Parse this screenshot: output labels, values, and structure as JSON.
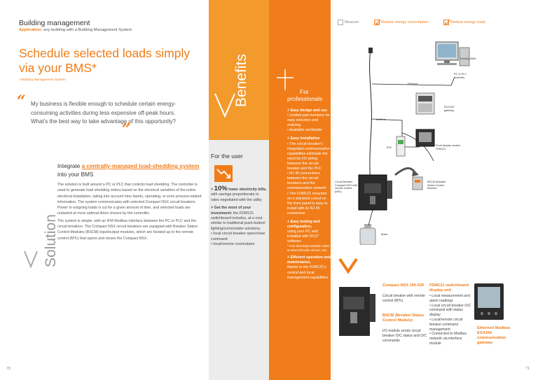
{
  "header": {
    "section": "Building management",
    "application_label": "Application:",
    "application_text": "any building with a Building Management System"
  },
  "headline": "Schedule selected loads simply via your BMS*",
  "footnote": "* Building Management System",
  "quote": "My business is flexible enough to schedule certain energy-consuming activities during less expensive off-peak hours. What's the best way to take advantage of this opportunity?",
  "solution": {
    "vertical_word": "Solution",
    "integrate_prefix": "Integrate ",
    "integrate_highlight": "a centrally-managed load-shedding system",
    "integrate_suffix": " into your BMS",
    "paragraph1": "The solution is built around a PC or PLC that controls load shedding. The controller is used to generate load shedding orders based on the electrical variables of the entire electrical installation, taking into account time bands, operating, or even process-related information. The system communicates with selected Compact NSX circuit breakers. Power to outgoing loads is cut for a given amount of time, and selected loads are restarted at more optimal times chosen by the controller.",
    "paragraph2": "The system is simple, with an IFM Modbus interface between the PC or PLC and the circuit breakers. The Compact NSX circuit breakers are equipped with Breaker Status Control Modules (BSCM) input/output modules, which are hooked up to the remote control (MTc) that opens and closes the Compact NSX."
  },
  "benefits": {
    "vertical_word": "Benefits",
    "user": {
      "title": "For the user",
      "item1_prefix": "> ",
      "item1_big": "10%",
      "item1_bold": " lower electricity bills,",
      "item1_text": " with savings proportionate to rates negotiated with the utility",
      "item2_bold": "> Get the most of your investment:",
      "item2_text": " the FDM121 switchboard includes, at a cost similar to traditional push-button/ lighting/commutator solutions,",
      "item2_b1": "• local circuit breaker open/close command",
      "item2_b2": "• local/remote commutator"
    },
    "professionals": {
      "title_line1": "For",
      "title_line2": "professionals",
      "sections": [
        {
          "head": "+ Easy design and use",
          "lines": [
            "• Limited part numbers for easy selection and ordering",
            "• Available worldwide"
          ]
        },
        {
          "head": "+ Easy installation",
          "lines": [
            "• The circuit breaker's integrated communication capabilities eliminate the need for I/O wiring between the circuit-breaker and the PLC",
            "• RJ 45 connections between the circuit breakers and the communication network",
            "• The FDM121 mounted on a standard cutout on the front panel is easy to install with its RJ 45 connection"
          ]
        },
        {
          "head": "+ Easy testing and configuration,",
          "lines": [
            "using your PC and installed with RCU* software",
            "* Free download available online at www.schneider-electric.com"
          ]
        },
        {
          "head": "+ Efficient operation and maintenance,",
          "lines": [
            "thanks to the FDM121's central and local management capabilities"
          ]
        }
      ]
    }
  },
  "tags": [
    {
      "label": "Measure",
      "checked": false
    },
    {
      "label": "Reduce energy consumption",
      "checked": true
    },
    {
      "label": "Reduce energy costs",
      "checked": true
    }
  ],
  "diagram": {
    "existing_bms": "Existing BMS",
    "pc_plc": "PC or PLC controller",
    "ethernet": "Ethernet",
    "egx": "EGX100 gateway",
    "modbus": "Modbus",
    "ifm": "IFM",
    "front_display": "Front display module FDM121",
    "circuit_breaker": "Circuit Breaker Compact NSX with remote control (MTc)",
    "bscm": "BSCM (Breaker Status Control Module)",
    "boiler": "Boiler"
  },
  "products": {
    "nsx_title": "Compact NSX 100-630",
    "nsx_text": "Circuit breaker with remote control (MTc)",
    "bscm_title": "BSCM (Breaker Status Control Module)",
    "bscm_text": "I/O module sends circuit breaker O/C status and O/C commands",
    "fdm_title": "FDM121 switchboard display unit",
    "fdm_lines": [
      "• Local measurement and alarm readings",
      "• Local circuit breaker O/C command with status display",
      "• Local/remote circuit breaker command management",
      "• Connected to Modbus network via interface module"
    ],
    "egx_title": "Ethernet/ Modbus EGX100 communication gateway"
  },
  "page_numbers": {
    "left": "70",
    "right": "71"
  },
  "colors": {
    "accent": "#f07d19",
    "band_gray": "#ececec"
  }
}
